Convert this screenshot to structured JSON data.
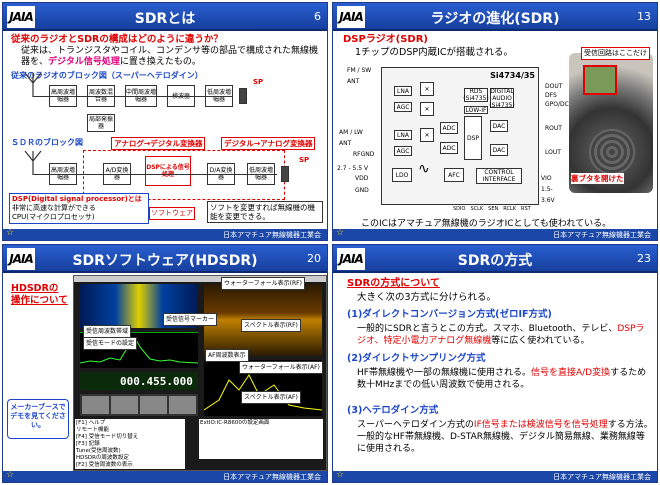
{
  "logo": "JAIA",
  "footer": "日本アマチュア無線機器工業会",
  "footer_star": "☆",
  "s1": {
    "title": "SDRとは",
    "page": "6",
    "q": "従来のラジオとSDRの構成はどのように違うか？",
    "line1": "従来は、トランジスタやコイル、コンデンサ等の部品で構成された無線機器を、",
    "line2": "デジタル信号処理",
    "line3": "に置き換えたもの。",
    "sub1": "従来のラジオのブロック図（スーパーヘテロダイン）",
    "blocks1": [
      "高周波増幅器",
      "周波数混合器",
      "中間周波増幅器",
      "検波器",
      "低周波増幅器"
    ],
    "osc": "局部発振器",
    "sp": "SP",
    "sub2": "ＳＤＲのブロック図",
    "ad_label": "アナログ→デジタル変換器",
    "da_label": "デジタル→アナログ変換器",
    "blocks2": [
      "高周波増幅器",
      "A/D変換器",
      "DSPによる信号処理",
      "D/A変換器",
      "低周波増幅器"
    ],
    "dsp_note1": "DSP(Digital signal processor)とは",
    "dsp_note2": "非常に高速な計算ができる",
    "dsp_note3": "CPU(マイクロプロセッサ)",
    "sw": "ソフトウェア",
    "sw_note": "ソフトを変更すれば無線機の機能を変更できる。"
  },
  "s2": {
    "title": "ラジオの進化(SDR)",
    "page": "13",
    "head": "DSPラジオ(SDR)",
    "desc": "1チップのDSP内蔵ICが搭載される。",
    "chip": "Si4734/35",
    "labels": [
      "FM / SW ANT",
      "AM / LW ANT",
      "RFGND",
      "LNA",
      "AGC",
      "ADC",
      "DSP",
      "DAC",
      "RDS (Si4735)",
      "LOW-IF",
      "DIGITAL AUDIO (Si4735)",
      "DOUT",
      "DFS",
      "GPO/DCLK",
      "ROUT",
      "LOUT",
      "LDO",
      "AFC",
      "CONTROL INTERFACE",
      "VIO 1.5-3.6V",
      "VDD",
      "GND",
      "2.7 - 5.5 V",
      "SDIO",
      "SCLK",
      "SEN",
      "RCLK",
      "RST"
    ],
    "photo_label": "受信回路はここだけ",
    "photo_note": "裏ブタを開けた",
    "bottom": "このICはアマチュア無線機のラジオICとしても使われている。"
  },
  "s3": {
    "title": "SDRソフトウェア(HDSDR)",
    "page": "20",
    "h1": "HDSDRの",
    "h2": "操作について",
    "maker": "メーカーブースでデモを見てください。",
    "callouts": [
      "ウォーターフォール表示(RF)",
      "受信周波数帯域",
      "受信モードの設定",
      "受信信号マーカー",
      "スペクトル表示(RF)",
      "AF周波数表示",
      "ウォーターフォール表示(AF)",
      "スペクトル表示(AF)"
    ],
    "freq": "000.455.000",
    "notes": [
      "[F1] ヘルプ",
      "リモート機能",
      "[F4] 受信モード切り替え",
      "[F3] 記録",
      "Tune(受信周波数)",
      "HDSDRの周波数設定",
      "[F2] 受信周波数の表示",
      "ExtIO:IC-R8600の設定画面"
    ]
  },
  "s4": {
    "title": "SDRの方式",
    "page": "23",
    "head": "SDRの方式について",
    "intro": "大きく次の3方式に分けられる。",
    "m1": "(1)ダイレクトコンバージョン方式(ゼロIF方式)",
    "m1a": "一般的にSDRと言うとこの方式。スマホ、Bluetooth、テレビ、",
    "m1b": "DSPラジオ、特定小電力アナログ無線機",
    "m1c": "等に広く使われている。",
    "m2": "(2)ダイレクトサンプリング方式",
    "m2a": "HF帯無線機や一部の無線機に使用される。",
    "m2b": "信号を直接A/D変換",
    "m2c": "するため数十MHzまでの低い周波数で使用される。",
    "m3": "(3)ヘテロダイン方式",
    "m3a": "スーパーヘテロダイン方式の",
    "m3b": "IF信号または検波信号を信号処理",
    "m3c": "する方法。一般的なHF帯無線機、D-STAR無線機、デジタル簡易無線、業務無線等に使用される。"
  }
}
